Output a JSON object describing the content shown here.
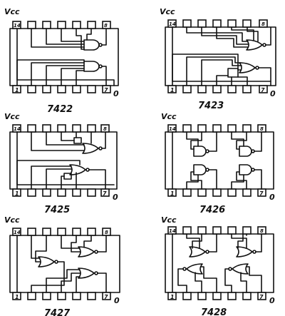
{
  "figure": {
    "chips": [
      {
        "id": "7422",
        "label": "7422",
        "vcc": "Vcc",
        "pin_top": "14",
        "pin_right_top": "8",
        "pin_bottom_left": "1",
        "pin_bottom_right": "7",
        "ground": "0"
      },
      {
        "id": "7423",
        "label": "7423",
        "vcc": "Vcc",
        "pin_top": "14",
        "pin_right_top": "8",
        "pin_bottom_left": "1",
        "pin_bottom_right": "7",
        "ground": "0"
      },
      {
        "id": "7425",
        "label": "7425",
        "vcc": "Vcc",
        "pin_top": "14",
        "pin_right_top": "8",
        "pin_bottom_left": "1",
        "pin_bottom_right": "7",
        "ground": "0"
      },
      {
        "id": "7426",
        "label": "7426",
        "vcc": "Vcc",
        "pin_top": "14",
        "pin_right_top": "8",
        "pin_bottom_left": "1",
        "pin_bottom_right": "7",
        "ground": "0"
      },
      {
        "id": "7427",
        "label": "7427",
        "vcc": "Vcc",
        "pin_top": "14",
        "pin_right_top": "8",
        "pin_bottom_left": "1",
        "pin_bottom_right": "7",
        "ground": "0"
      },
      {
        "id": "7428",
        "label": "7428",
        "vcc": "Vcc",
        "pin_top": "14",
        "pin_right_top": "8",
        "pin_bottom_left": "1",
        "pin_bottom_right": "7",
        "ground": "0"
      }
    ],
    "ink_color": "#111111"
  }
}
